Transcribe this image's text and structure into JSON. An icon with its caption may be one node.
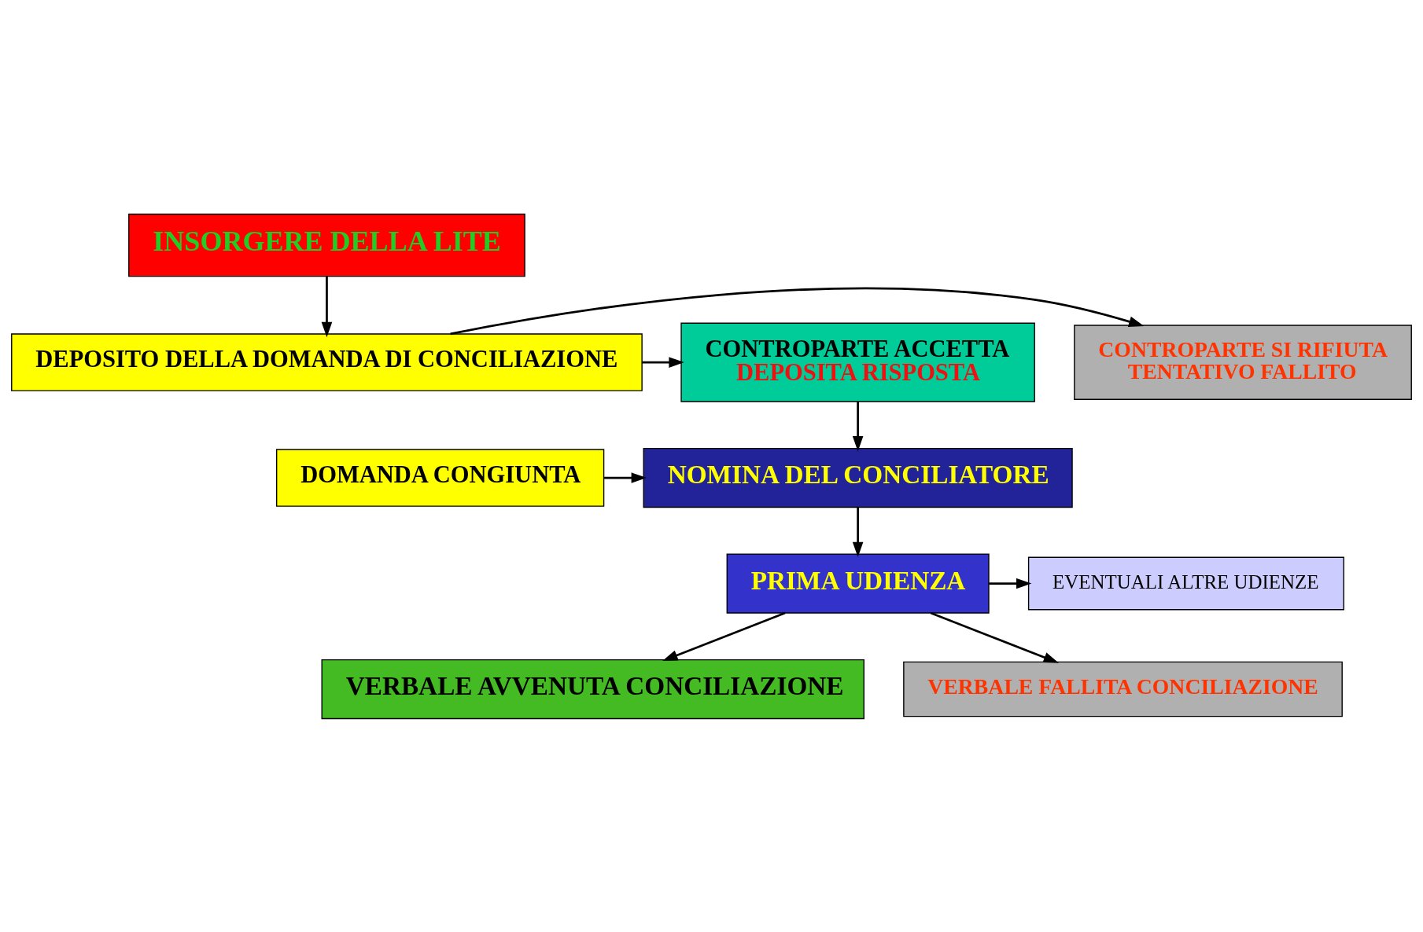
{
  "diagram": {
    "nodes": [
      {
        "text": [
          "INSORGERE DELLA LITE"
        ]
      },
      {
        "text": [
          "DEPOSITO DELLA DOMANDA DI CONCILIAZIONE"
        ]
      },
      {
        "text": [
          "CONTROPARTE SI RIFIUTA",
          "TENTATIVO FALLITO"
        ]
      },
      {
        "text": [
          "CONTROPARTE ACCETTA",
          "DEPOSITA RISPOSTA"
        ]
      },
      {
        "text": [
          "DOMANDA CONGIUNTA"
        ]
      },
      {
        "text": [
          "NOMINA DEL CONCILIATORE"
        ]
      },
      {
        "text": [
          "EVENTUALI ALTRE UDIENZE"
        ]
      },
      {
        "text": [
          "PRIMA UDIENZA"
        ]
      },
      {
        "text": [
          "VERBALE AVVENUTA CONCILIAZIONE"
        ]
      },
      {
        "text": [
          "VERBALE FALLITA CONCILIAZIONE"
        ]
      }
    ],
    "edges": [
      {
        "from": 0,
        "to": 1,
        "arrow": "to"
      },
      {
        "from": 1,
        "to": 2,
        "arrow": "to"
      },
      {
        "from": 1,
        "to": 3,
        "arrow": "to"
      },
      {
        "from": 3,
        "to": 5,
        "arrow": "to"
      },
      {
        "from": 4,
        "to": 5,
        "arrow": "to"
      },
      {
        "from": 5,
        "to": 7,
        "arrow": "to"
      },
      {
        "from": 7,
        "to": 6,
        "arrow": "to"
      },
      {
        "from": 7,
        "to": 8,
        "arrow": "to"
      },
      {
        "from": 7,
        "to": 9,
        "arrow": "to"
      }
    ]
  }
}
